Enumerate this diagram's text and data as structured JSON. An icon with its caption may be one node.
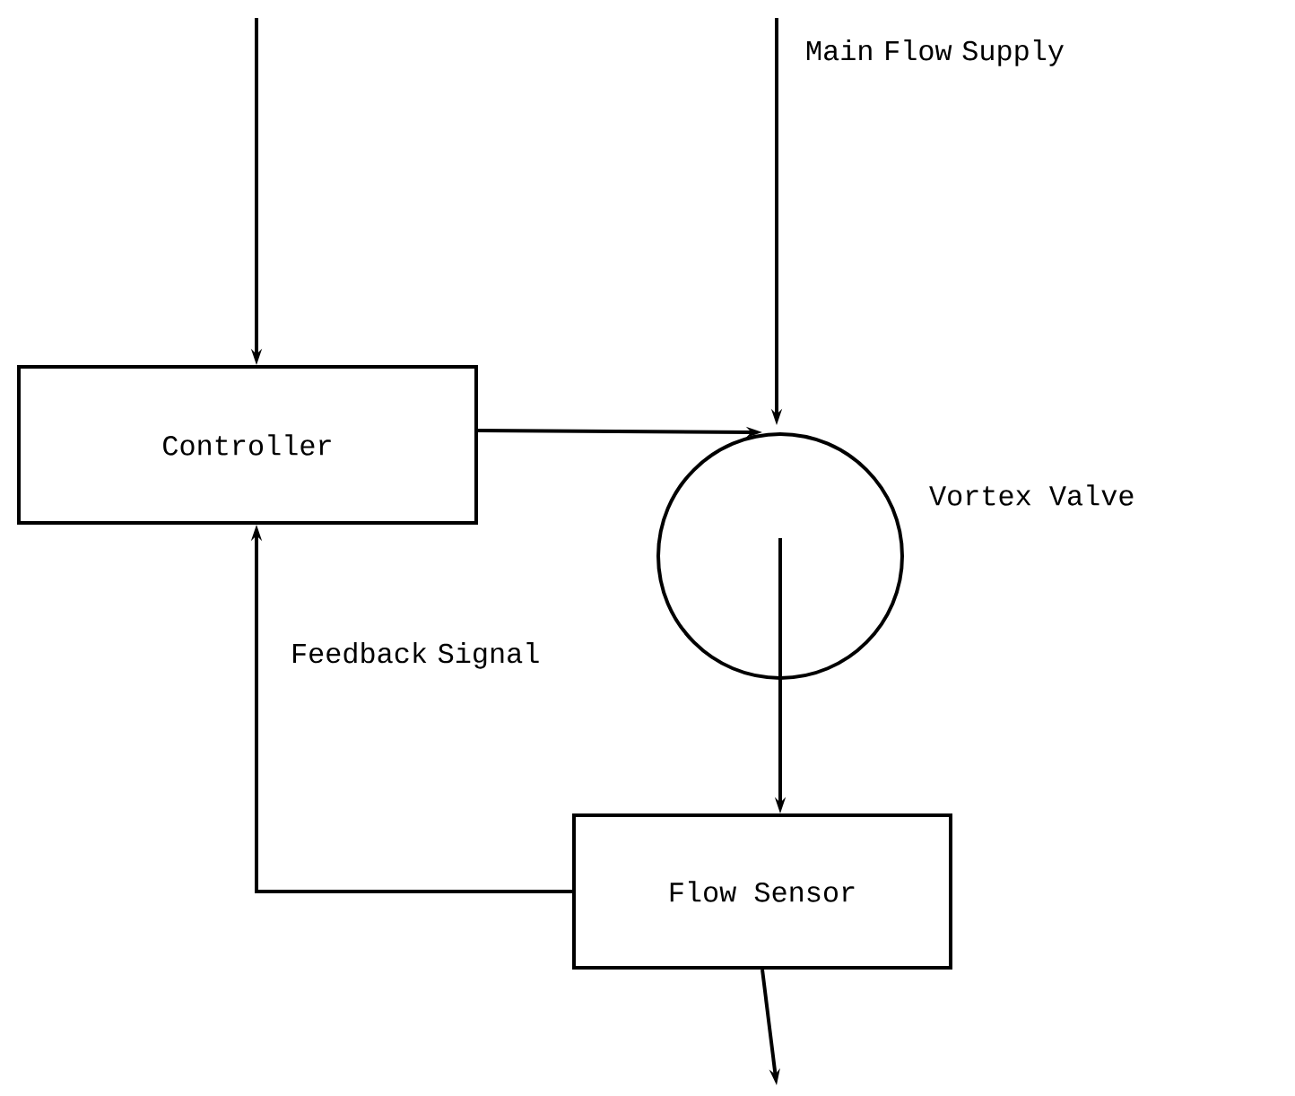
{
  "diagram": {
    "nodes": [
      {
        "text": [
          "Controller"
        ]
      },
      {
        "text": [],
        "shape": "circle",
        "beside": [
          "Vortex Valve"
        ]
      },
      {
        "text": [
          "Flow Sensor"
        ]
      }
    ],
    "edges": [
      {
        "from": null,
        "to": 0,
        "arrow": "to"
      },
      {
        "from": null,
        "to": 1,
        "arrow": "to",
        "label": "Main Flow Supply"
      },
      {
        "from": 0,
        "to": 1,
        "arrow": "to"
      },
      {
        "from": 1,
        "to": 2,
        "arrow": "to"
      },
      {
        "from": 2,
        "to": 0,
        "arrow": "to",
        "label": "Feedback Signal"
      },
      {
        "from": 2,
        "to": null,
        "arrow": "to"
      }
    ]
  }
}
